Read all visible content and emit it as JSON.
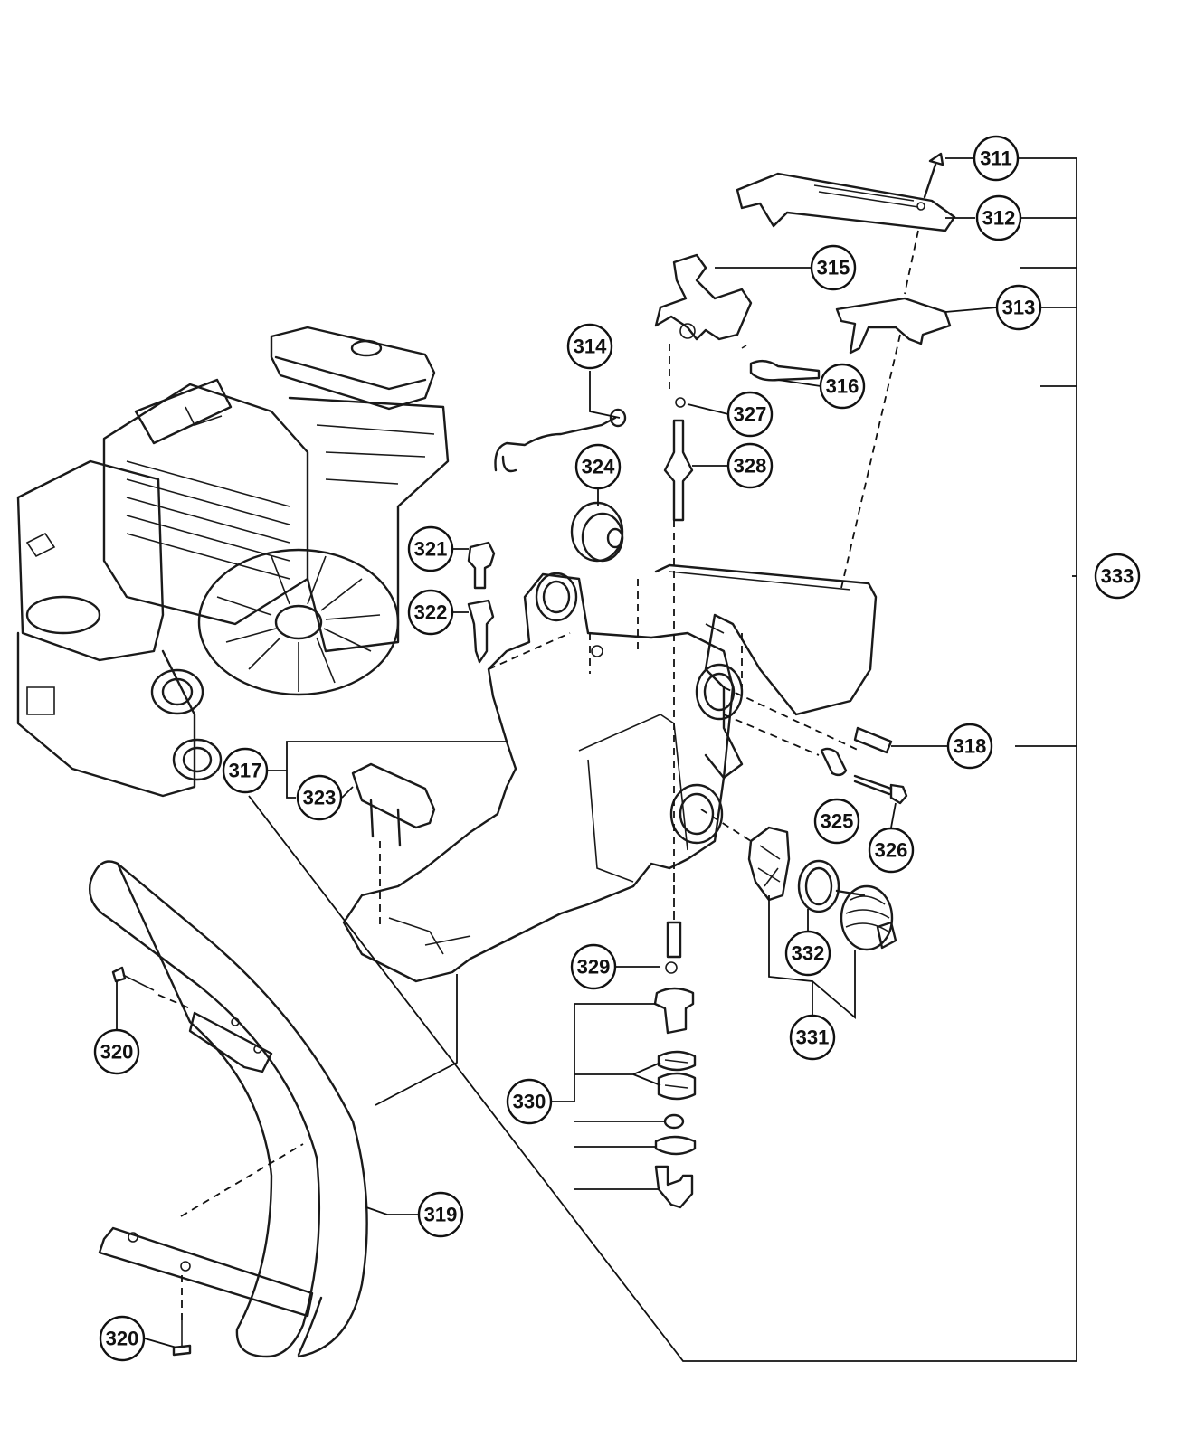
{
  "callouts": [
    {
      "id": "c311",
      "label": "311"
    },
    {
      "id": "c312",
      "label": "312"
    },
    {
      "id": "c313",
      "label": "313"
    },
    {
      "id": "c314",
      "label": "314"
    },
    {
      "id": "c315",
      "label": "315"
    },
    {
      "id": "c316",
      "label": "316"
    },
    {
      "id": "c317",
      "label": "317"
    },
    {
      "id": "c318",
      "label": "318"
    },
    {
      "id": "c319",
      "label": "319"
    },
    {
      "id": "c320a",
      "label": "320"
    },
    {
      "id": "c320b",
      "label": "320"
    },
    {
      "id": "c321",
      "label": "321"
    },
    {
      "id": "c322",
      "label": "322"
    },
    {
      "id": "c323",
      "label": "323"
    },
    {
      "id": "c324",
      "label": "324"
    },
    {
      "id": "c325",
      "label": "325"
    },
    {
      "id": "c326",
      "label": "326"
    },
    {
      "id": "c327",
      "label": "327"
    },
    {
      "id": "c328",
      "label": "328"
    },
    {
      "id": "c329",
      "label": "329"
    },
    {
      "id": "c330",
      "label": "330"
    },
    {
      "id": "c331",
      "label": "331"
    },
    {
      "id": "c332",
      "label": "332"
    },
    {
      "id": "c333",
      "label": "333"
    }
  ],
  "colors": {
    "ink": "#111111",
    "paper": "#ffffff"
  }
}
